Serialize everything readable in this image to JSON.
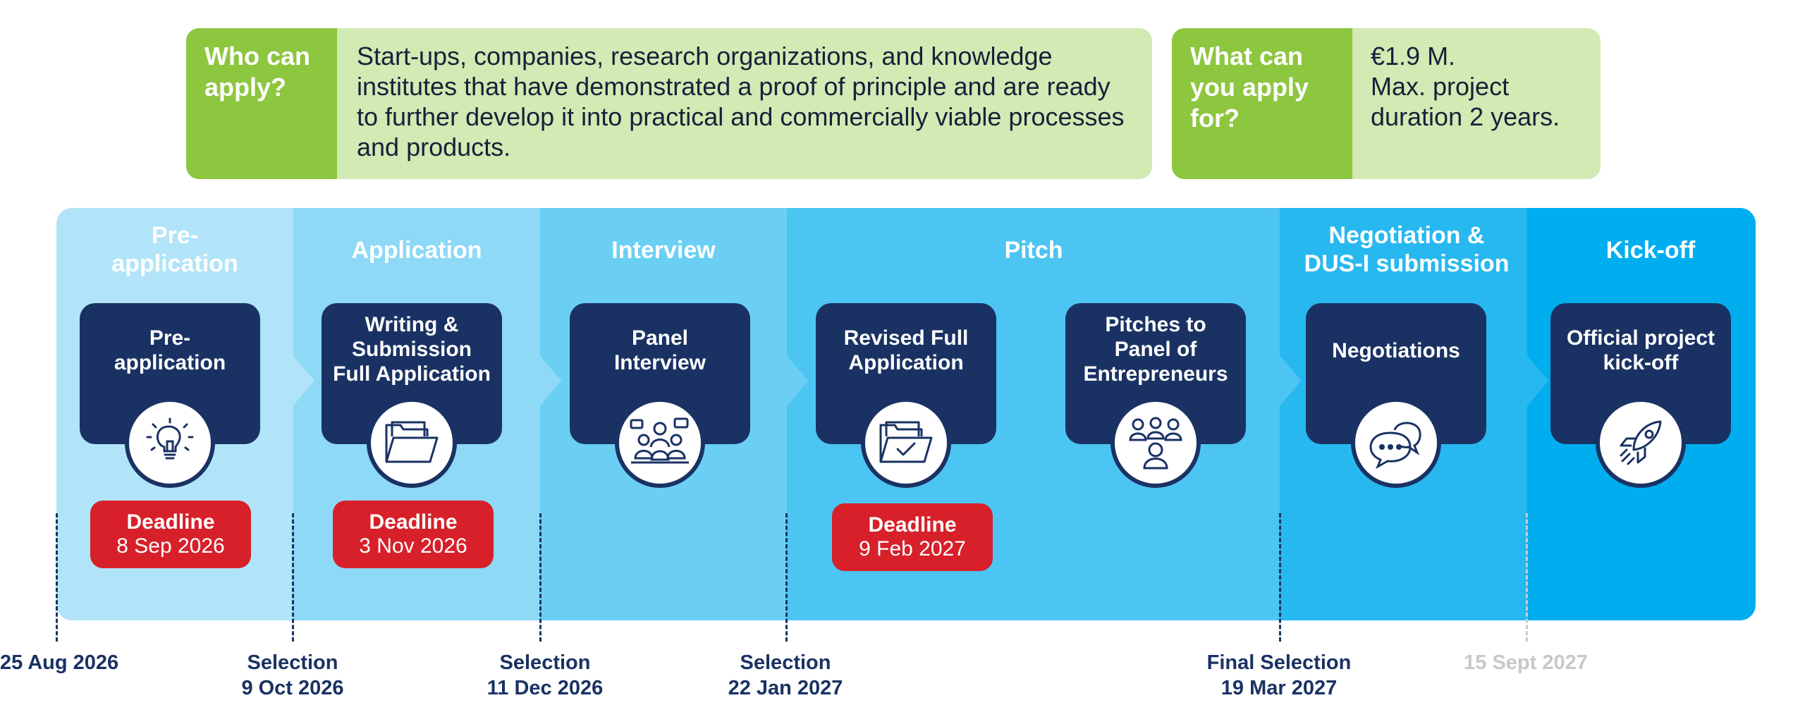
{
  "info": {
    "who_label": "Who can apply?",
    "who_text": "Start-ups, companies, research organizations, and knowledge institutes that have demonstrated a proof of principle and are ready to further develop it into practical and commercially viable processes and products.",
    "what_label": "What can you apply for?",
    "what_text_1": "€1.9 M.",
    "what_text_2": "Max. project duration 2 years."
  },
  "phases": [
    {
      "title_1": "Pre-",
      "title_2": "application"
    },
    {
      "title_1": "Application"
    },
    {
      "title_1": "Interview"
    },
    {
      "title_1": "Pitch"
    },
    {
      "title_1": "Negotiation &",
      "title_2": "DUS-I submission"
    },
    {
      "title_1": "Kick-off"
    }
  ],
  "cards": [
    {
      "title": "Pre-\napplication",
      "icon": "lightbulb-icon"
    },
    {
      "title": "Writing &\nSubmission\nFull Application",
      "icon": "folder-icon"
    },
    {
      "title": "Panel\nInterview",
      "icon": "panel-interview-icon"
    },
    {
      "title": "Revised Full\nApplication",
      "icon": "folder-check-icon"
    },
    {
      "title": "Pitches to\nPanel of\nEntrepreneurs",
      "icon": "group-icon"
    },
    {
      "title": "Negotiations",
      "icon": "chat-bubbles-icon"
    },
    {
      "title": "Official project\nkick-off",
      "icon": "rocket-icon"
    }
  ],
  "deadlines": [
    {
      "label": "Deadline",
      "date": "8 Sep 2026"
    },
    {
      "label": "Deadline",
      "date": "3 Nov 2026"
    },
    {
      "label": "Deadline",
      "date": "9 Feb 2027"
    }
  ],
  "dates": [
    {
      "line1": "25 Aug 2026"
    },
    {
      "line1": "Selection",
      "line2": "9 Oct 2026"
    },
    {
      "line1": "Selection",
      "line2": "11 Dec 2026"
    },
    {
      "line1": "Selection",
      "line2": "22 Jan 2027"
    },
    {
      "line1": "Final Selection",
      "line2": "19 Mar 2027"
    },
    {
      "line1": "15 Sept 2027"
    }
  ],
  "colors": {
    "navy": "#1a3263",
    "green": "#8dc63f",
    "light_green": "#d2eab3",
    "deadline_red": "#d7202a",
    "band_light": "#b1e4f8",
    "band_dark": "#00aeef"
  }
}
